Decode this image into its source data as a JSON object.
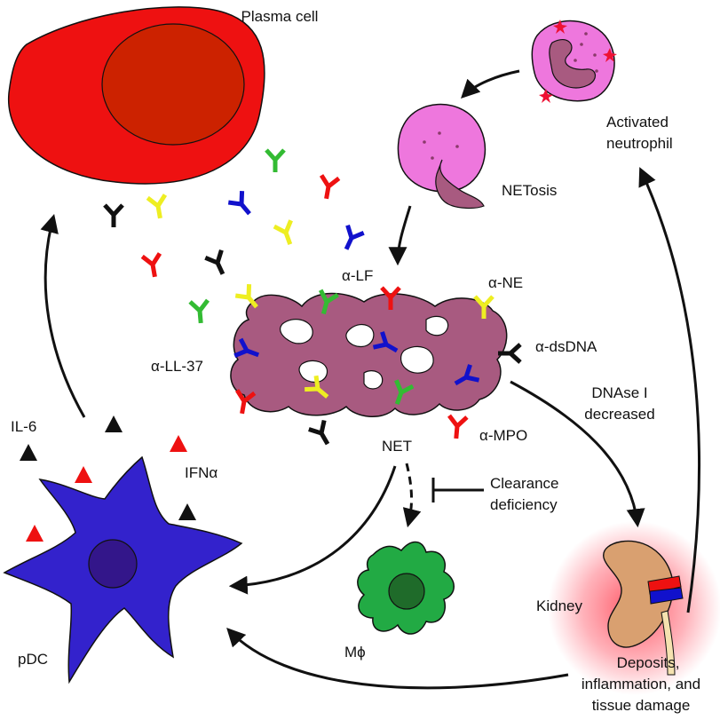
{
  "labels": {
    "plasma_cell": "Plasma cell",
    "activated_neutrophil_line1": "Activated",
    "activated_neutrophil_line2": "neutrophil",
    "netosis": "NETosis",
    "alpha_lf": "α-LF",
    "alpha_ne": "α-NE",
    "alpha_dsdna": "α-dsDNA",
    "alpha_ll37": "α-LL-37",
    "alpha_mpo": "α-MPO",
    "net": "NET",
    "dnase_line1": "DNAse I",
    "dnase_line2": "decreased",
    "il6": "IL-6",
    "ifn_alpha": "IFNα",
    "clearance_line1": "Clearance",
    "clearance_line2": "deficiency",
    "kidney": "Kidney",
    "pdc": "pDC",
    "macrophage": "Mϕ",
    "damage_line1": "Deposits,",
    "damage_line2": "inflammation, and",
    "damage_line3": "tissue damage"
  },
  "colors": {
    "plasma_cell": "#ee1111",
    "plasma_nucleus": "#cc2200",
    "neutrophil": "#ee77dd",
    "net": "#a85a80",
    "pdc": "#3322cc",
    "pdc_nucleus": "#33168a",
    "macrophage": "#22aa44",
    "macrophage_nucleus": "#1f6b2a",
    "kidney": "#d9a070",
    "kidney_glow": "#ff3344",
    "antibody_green": "#33bb33",
    "antibody_yellow": "#eeee22",
    "antibody_red": "#ee1111",
    "antibody_blue": "#1111cc",
    "antibody_black": "#111111",
    "ifn_triangle": "#ee1111",
    "il6_triangle": "#111111"
  }
}
